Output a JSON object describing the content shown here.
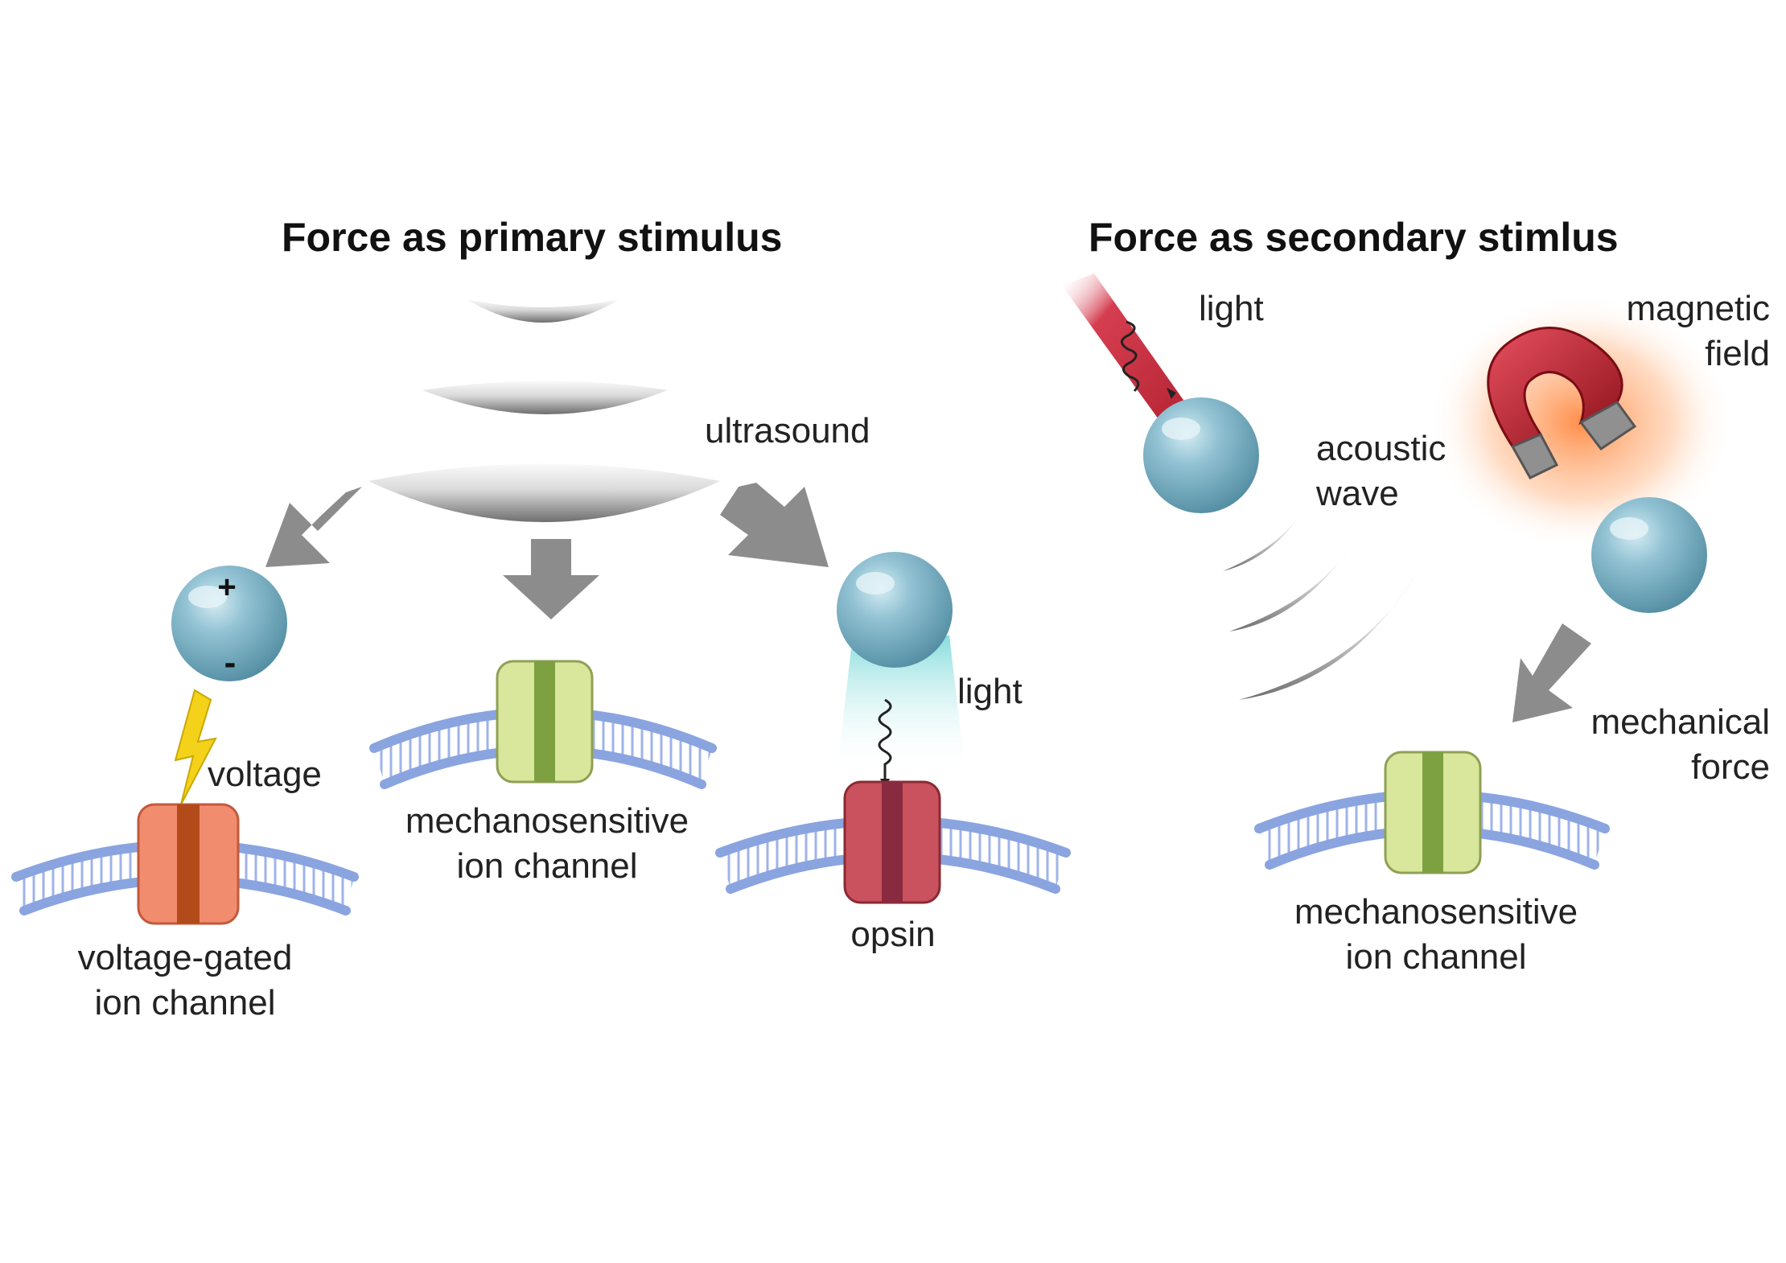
{
  "titles": {
    "primary": "Force as primary stimulus",
    "secondary": "Force as secondary stimlus"
  },
  "primary_labels": {
    "ultrasound": "ultrasound",
    "voltage": "voltage",
    "plus": "+",
    "minus": "-",
    "vg_line1": "voltage-gated",
    "vg_line2": "ion channel",
    "ms_line1": "mechanosensitive",
    "ms_line2": "ion channel",
    "light": "light",
    "opsin": "opsin"
  },
  "secondary_labels": {
    "light": "light",
    "magnetic_line1": "magnetic",
    "magnetic_line2": "field",
    "acoustic_line1": "acoustic",
    "acoustic_line2": "wave",
    "mech_line1": "mechanical",
    "mech_line2": "force",
    "ms_line1": "mechanosensitive",
    "ms_line2": "ion channel"
  },
  "colors": {
    "particle": "#7fb3c6",
    "membrane": "#8aa4e0",
    "arrow": "#8c8c8c",
    "voltage_gated_channel": "#f28c6e",
    "mechanosensitive_channel": "#d8e79c",
    "opsin_channel": "#c9525e",
    "bolt": "#f5d21a",
    "magnet": "#b8202a",
    "light_beam": "#c8283c",
    "glow_cyan": "#7fd8d8",
    "glow_orange": "#ff8a3a"
  }
}
